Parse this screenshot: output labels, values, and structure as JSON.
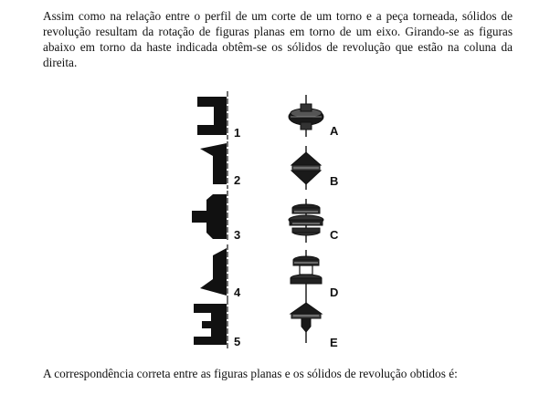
{
  "intro": {
    "paragraph": "Assim como na relação entre o perfil de um corte de um torno e a peça torneada, sólidos de revolução resultam da rotação de figuras planas em torno de um eixo. Girando-se as figuras abaixo em torno da haste indicada obtêm-se os sólidos de revolução que estão na coluna da direita."
  },
  "figures": {
    "plane_labels": [
      "1",
      "2",
      "3",
      "4",
      "5"
    ],
    "solid_labels": [
      "A",
      "B",
      "C",
      "D",
      "E"
    ]
  },
  "question": {
    "text": "A correspondência correta entre as figuras planas e os sólidos de revolução obtidos é:"
  }
}
